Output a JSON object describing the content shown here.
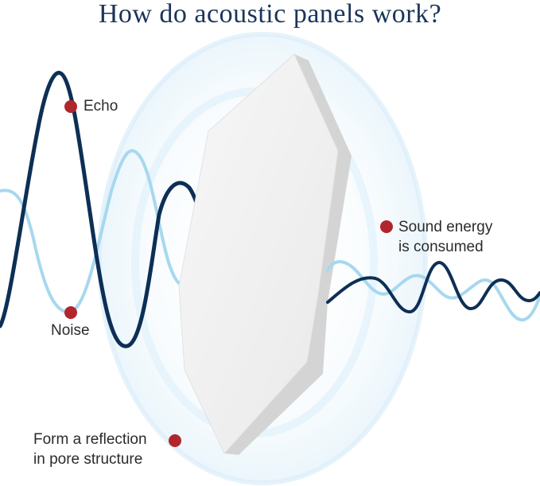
{
  "title": "How do acoustic panels work?",
  "labels": {
    "echo": "Echo",
    "noise": "Noise",
    "sound_energy_line1": "Sound energy",
    "sound_energy_line2": "is consumed",
    "reflection_line1": "Form a reflection",
    "reflection_line2": "in pore structure"
  },
  "colors": {
    "title": "#1a3558",
    "dark_wave": "#0d2f55",
    "light_wave": "#a7d8ef",
    "dot": "#b0262c",
    "panel_face": "#efefef",
    "panel_edge": "#d3d3d3",
    "glow": "#d8edf8"
  }
}
